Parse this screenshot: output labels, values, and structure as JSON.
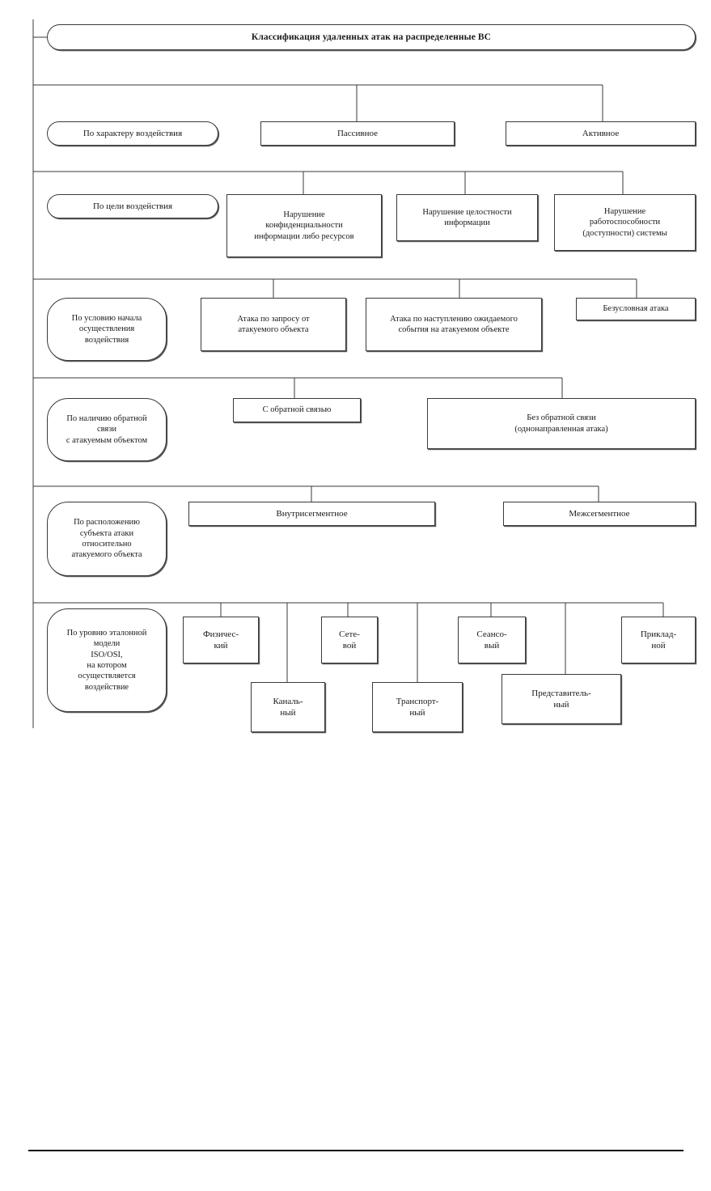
{
  "document": {
    "title": "Классификация удаленных атак на распределенные ВС",
    "language": "ru"
  },
  "colors": {
    "box_border": "#3a3a3a",
    "box_shadow": "#5a5a5a",
    "connector": "#3a3a3a",
    "text": "#1a1a1a",
    "page_background": "#ffffff",
    "footer_rule": "#0d0d0d"
  },
  "title_node": {
    "label": "Классификация удаленных атак на распределенные ВС"
  },
  "rows": [
    {
      "id": "row-character",
      "category": {
        "label": "По характеру воздействия"
      },
      "items": [
        {
          "label": "Пассивное"
        },
        {
          "label": "Активное"
        }
      ]
    },
    {
      "id": "row-goal",
      "category": {
        "label": "По цели воздействия"
      },
      "items": [
        {
          "label": "Нарушение\nконфиденциальности\nинформации либо ресурсов"
        },
        {
          "label": "Нарушение целостности\nинформации"
        },
        {
          "label": "Нарушение\nработоспособности\n(доступности) системы"
        }
      ]
    },
    {
      "id": "row-start-condition",
      "category": {
        "label": "По условию начала\nосуществления\nвоздействия"
      },
      "items": [
        {
          "label": "Атака по запросу от\nатакуемого объекта"
        },
        {
          "label": "Атака по наступлению ожидаемого\nсобытия на атакуемом объекте"
        },
        {
          "label": "Безусловная атака"
        }
      ]
    },
    {
      "id": "row-feedback",
      "category": {
        "label": "По наличию обратной\nсвязи\nс атакуемым объектом"
      },
      "items": [
        {
          "label": "С обратной связью"
        },
        {
          "label": "Без обратной связи\n(однонаправленная атака)"
        }
      ]
    },
    {
      "id": "row-location",
      "category": {
        "label": "По расположению\nсубъекта атаки\nотносительно\nатакуемого объекта"
      },
      "items": [
        {
          "label": "Внутрисегментное"
        },
        {
          "label": "Межсегментное"
        }
      ]
    },
    {
      "id": "row-osi-level",
      "category": {
        "label": "По уровню эталонной\nмодели\nISO/OSI,\nна котором\nосуществляется\nвоздействие"
      },
      "items": [
        {
          "label": "Физичес-\nкий"
        },
        {
          "label": "Каналь-\nный"
        },
        {
          "label": "Сете-\nвой"
        },
        {
          "label": "Транспорт-\nный"
        },
        {
          "label": "Сеансо-\nвый"
        },
        {
          "label": "Представитель-\nный"
        },
        {
          "label": "Приклад-\nной"
        }
      ]
    }
  ]
}
